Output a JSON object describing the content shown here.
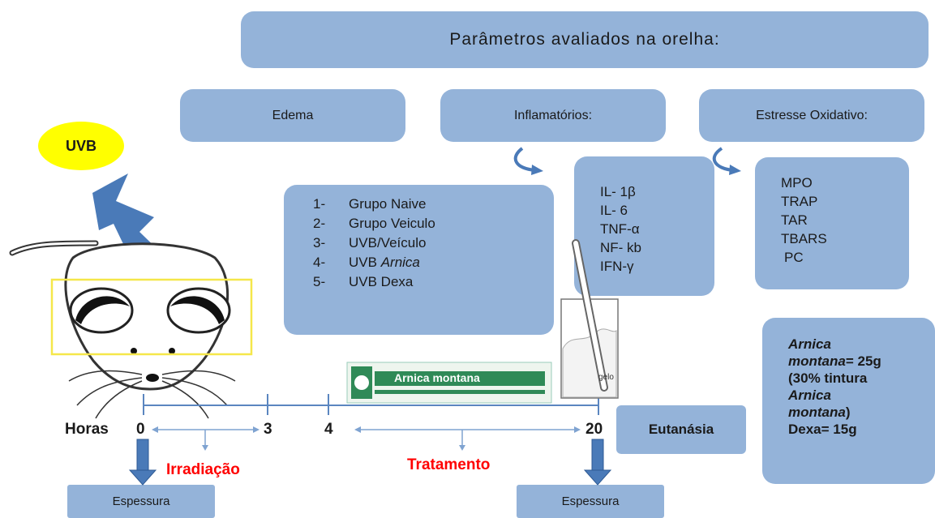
{
  "title": "Parâmetros avaliados na orelha:",
  "categories": {
    "edema": "Edema",
    "inflamatorios": "Inflamatórios:",
    "estresse": "Estresse Oxidativo:"
  },
  "uvb_label": "UVB",
  "groups": [
    {
      "num": "1-",
      "text": "Grupo Naive",
      "italic": ""
    },
    {
      "num": "2-",
      "text": "Grupo Veiculo",
      "italic": ""
    },
    {
      "num": "3-",
      "text": "UVB/Veículo",
      "italic": ""
    },
    {
      "num": "4-",
      "text": "UVB ",
      "italic": "Arnica"
    },
    {
      "num": "5-",
      "text": "UVB Dexa",
      "italic": ""
    }
  ],
  "inflammatory_markers": [
    "IL- 1β",
    "IL- 6",
    "TNF-α",
    "NF- kb",
    "IFN-γ"
  ],
  "oxidative_markers": [
    "MPO",
    "TRAP",
    "TAR",
    "TBARS",
    "PC"
  ],
  "treatment_info": {
    "line1": "Arnica",
    "line2_italic": "montana",
    "line2_rest": "= 25g",
    "line3": "(30% tintura",
    "line4": "Arnica",
    "line5_italic": "montana",
    "line5_rest": ")",
    "line6": "Dexa= 15g"
  },
  "product_label": "Arnica montana",
  "gelo_label": "gelo",
  "timeline": {
    "label": "Horas",
    "ticks": [
      "0",
      "3",
      "4",
      "20"
    ],
    "irradiacao": "Irradiação",
    "tratamento": "Tratamento",
    "eutanasia": "Eutanásia",
    "espessura": "Espessura"
  },
  "colors": {
    "box": "#94b3d9",
    "arrow": "#4a7ab8",
    "red": "#ff0000",
    "uvb": "#ffff00"
  }
}
